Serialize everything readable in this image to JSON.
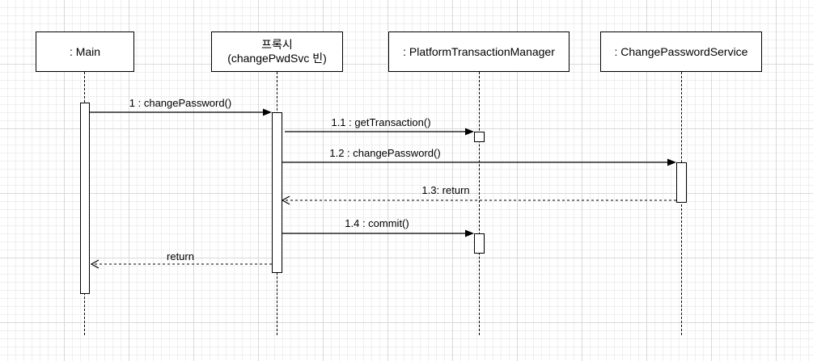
{
  "participants": [
    {
      "id": "main",
      "label": ": Main"
    },
    {
      "id": "proxy",
      "label_line1": "프록시",
      "label_line2": "(changePwdSvc 빈)"
    },
    {
      "id": "ptm",
      "label": ": PlatformTransactionManager"
    },
    {
      "id": "cps",
      "label": ": ChangePasswordService"
    }
  ],
  "messages": [
    {
      "label": "1 : changePassword()",
      "kind": "sync"
    },
    {
      "label": "1.1 : getTransaction()",
      "kind": "sync"
    },
    {
      "label": "1.2 : changePassword()",
      "kind": "sync"
    },
    {
      "label": "1.3: return",
      "kind": "return"
    },
    {
      "label": "1.4 : commit()",
      "kind": "sync"
    },
    {
      "label": "return",
      "kind": "return"
    }
  ]
}
